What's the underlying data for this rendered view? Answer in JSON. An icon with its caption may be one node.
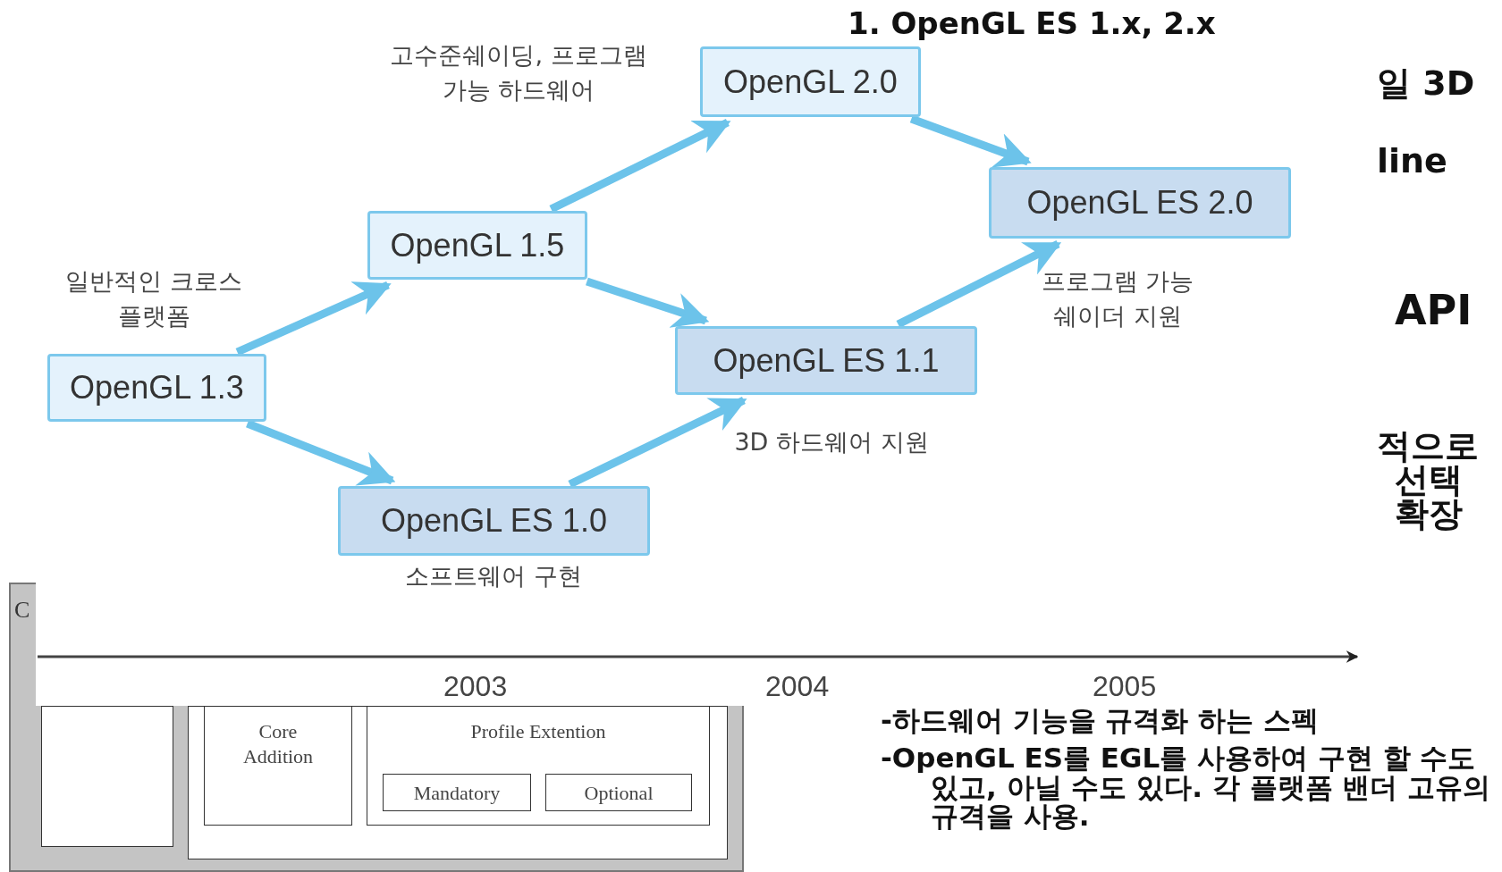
{
  "diagram": {
    "nodes": [
      {
        "text": [
          "OpenGL 1.3"
        ]
      },
      {
        "text": [
          "OpenGL 1.5"
        ]
      },
      {
        "text": [
          "OpenGL ES 1.0"
        ],
        "beside": [
          "소프트웨어 구현"
        ]
      },
      {
        "text": [
          "OpenGL 2.0"
        ]
      },
      {
        "text": [
          "OpenGL ES 1.1"
        ],
        "beside": [
          "3D 하드웨어 지원"
        ]
      },
      {
        "text": [
          "OpenGL ES 2.0"
        ],
        "beside": [
          "프로그램 가능 쉐이더 지원"
        ]
      },
      {
        "text": [
          "C"
        ]
      },
      {
        "text": [],
        "shape": "box",
        "in": 6
      },
      {
        "text": [],
        "shape": "box",
        "in": 6
      },
      {
        "text": [
          "Core Addition"
        ],
        "in": 8
      },
      {
        "text": [
          "Profile Extention"
        ],
        "in": 8
      },
      {
        "text": [
          "Mandatory"
        ],
        "in": 10
      },
      {
        "text": [
          "Optional"
        ],
        "in": 10
      }
    ],
    "edges": [
      {
        "from": 0,
        "to": 1,
        "arrow": "to",
        "label": "일반적인 크로스 플랫폼"
      },
      {
        "from": 0,
        "to": 2,
        "arrow": "to"
      },
      {
        "from": 1,
        "to": 3,
        "arrow": "to",
        "label": "고수준쉐이딩, 프로그램 가능 하드웨어"
      },
      {
        "from": 1,
        "to": 4,
        "arrow": "to"
      },
      {
        "from": 2,
        "to": 4,
        "arrow": "to"
      },
      {
        "from": 3,
        "to": 5,
        "arrow": "to"
      },
      {
        "from": 4,
        "to": 5,
        "arrow": "to"
      }
    ],
    "labels": [
      "1. OpenGL ES 1.x, 2.x",
      "일 3D",
      "line",
      "API",
      "적으로",
      "선택",
      "확장",
      "2003",
      "2004",
      "2005",
      "-하드웨어 기능을 규격화 하는 스펙",
      "-OpenGL ES를 EGL를 사용하여 구현 할 수도 있고, 아닐 수도 있다. 각 플랫폼 밴더 고유의 규격을 사용."
    ]
  }
}
